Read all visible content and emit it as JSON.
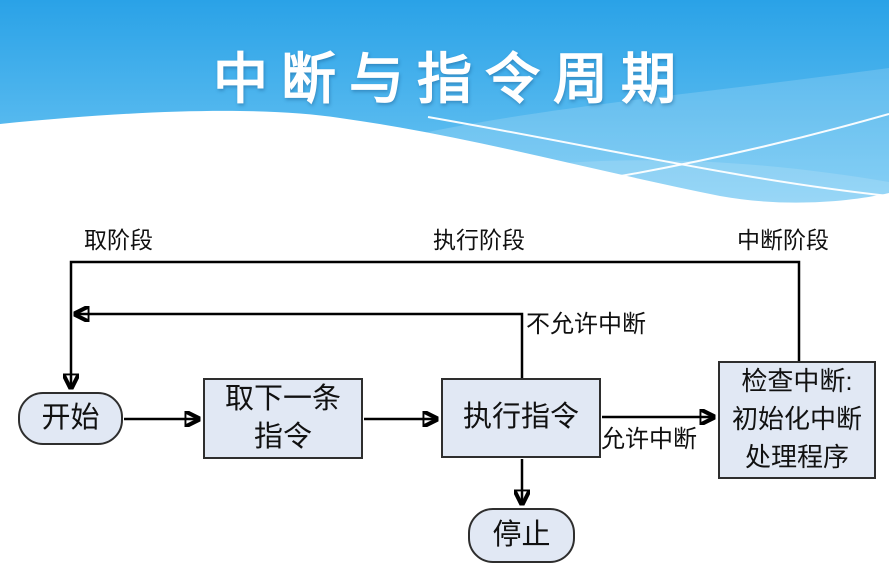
{
  "slide": {
    "title": "中断与指令周期",
    "colors": {
      "header_gradient_top": "#2aa2e7",
      "header_gradient_bottom": "#74c9f4",
      "wave_fill": "#ffffff",
      "node_fill": "#e1e8f4",
      "node_border": "#2e2e2e",
      "connector_color": "#000000",
      "text_color": "#111111",
      "title_color": "#ffffff"
    }
  },
  "flowchart": {
    "stage_labels": {
      "fetch": "取阶段",
      "execute": "执行阶段",
      "interrupt": "中断阶段"
    },
    "nodes": {
      "start": {
        "shape": "stadium",
        "text": "开始"
      },
      "fetch_next": {
        "shape": "rect",
        "line1": "取下一条",
        "line2": "指令"
      },
      "execute": {
        "shape": "rect",
        "text": "执行指令"
      },
      "check_interrupt": {
        "shape": "rect",
        "line1": "检查中断:",
        "line2": "初始化中断",
        "line3": "处理程序"
      },
      "halt": {
        "shape": "stadium",
        "text": "停止"
      }
    },
    "edge_labels": {
      "interrupts_disabled": "不允许中断",
      "interrupts_enabled": "允许中断"
    },
    "edges": [
      {
        "from": "start",
        "to": "fetch_next",
        "label": ""
      },
      {
        "from": "fetch_next",
        "to": "execute",
        "label": ""
      },
      {
        "from": "execute",
        "to": "check_interrupt",
        "label": "允许中断"
      },
      {
        "from": "execute",
        "to": "halt",
        "label": ""
      },
      {
        "from": "execute",
        "to": "start",
        "label": "不允许中断"
      },
      {
        "from": "check_interrupt",
        "to": "start",
        "label": ""
      }
    ]
  }
}
